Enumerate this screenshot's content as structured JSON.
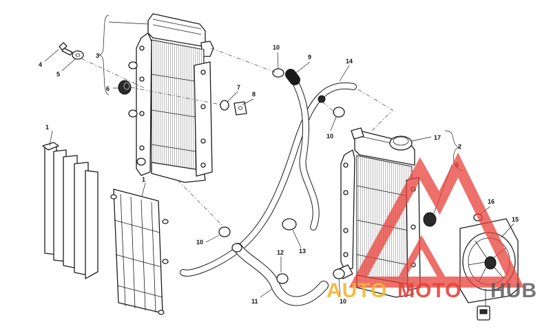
{
  "diagram": {
    "callouts": [
      {
        "id": "c1a",
        "text": "1"
      },
      {
        "id": "c1b",
        "text": "1"
      },
      {
        "id": "c2",
        "text": "2"
      },
      {
        "id": "c3",
        "text": "3"
      },
      {
        "id": "c4",
        "text": "4"
      },
      {
        "id": "c5",
        "text": "5"
      },
      {
        "id": "c6a",
        "text": "6"
      },
      {
        "id": "c6b",
        "text": "6"
      },
      {
        "id": "c7",
        "text": "7"
      },
      {
        "id": "c8",
        "text": "8"
      },
      {
        "id": "c9",
        "text": "9"
      },
      {
        "id": "c10a",
        "text": "10"
      },
      {
        "id": "c10b",
        "text": "10"
      },
      {
        "id": "c10c",
        "text": "10"
      },
      {
        "id": "c10d",
        "text": "10"
      },
      {
        "id": "c11",
        "text": "11"
      },
      {
        "id": "c12",
        "text": "12"
      },
      {
        "id": "c13",
        "text": "13"
      },
      {
        "id": "c14",
        "text": "14"
      },
      {
        "id": "c15",
        "text": "15"
      },
      {
        "id": "c16",
        "text": "16"
      },
      {
        "id": "c17",
        "text": "17"
      }
    ]
  },
  "watermark": {
    "text_part1": "AUTO",
    "text_part2": "MOTO",
    "text_part3": "HUB",
    "color_primary": "#e8413a",
    "color_secondary": "#f2b632",
    "color_tertiary": "#555555"
  }
}
